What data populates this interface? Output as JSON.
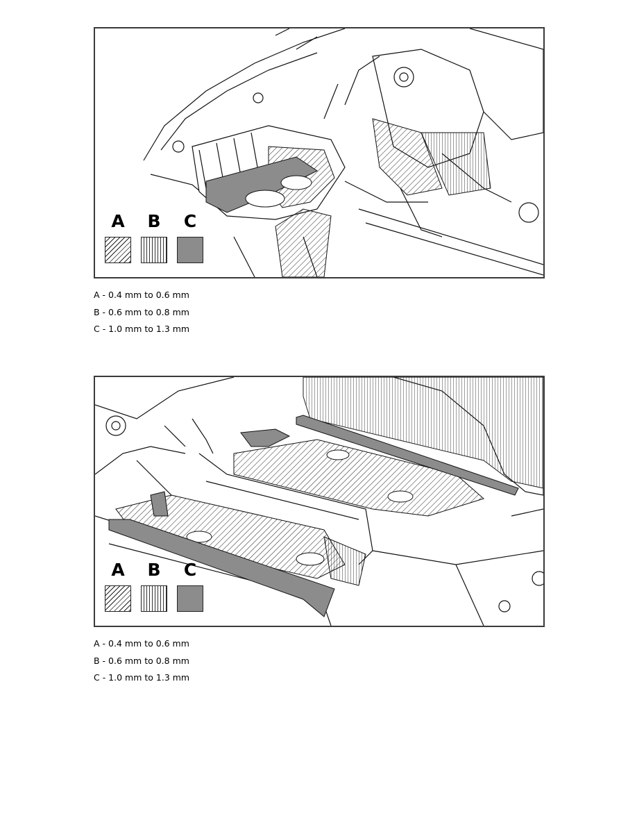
{
  "figures": [
    {
      "legend": [
        {
          "letter": "A",
          "pattern": "diagonal-hatch"
        },
        {
          "letter": "B",
          "pattern": "vertical-hatch"
        },
        {
          "letter": "C",
          "pattern": "solid-gray",
          "color": "#8c8c8c"
        }
      ],
      "captions": [
        "A - 0.4 mm to 0.6 mm",
        "B - 0.6 mm to 0.8 mm",
        "C - 1.0 mm to 1.3 mm"
      ]
    },
    {
      "legend": [
        {
          "letter": "A",
          "pattern": "diagonal-hatch"
        },
        {
          "letter": "B",
          "pattern": "vertical-hatch"
        },
        {
          "letter": "C",
          "pattern": "solid-gray",
          "color": "#8c8c8c"
        }
      ],
      "captions": [
        "A - 0.4 mm to 0.6 mm",
        "B - 0.6 mm to 0.8 mm",
        "C - 1.0 mm to 1.3 mm"
      ]
    }
  ]
}
